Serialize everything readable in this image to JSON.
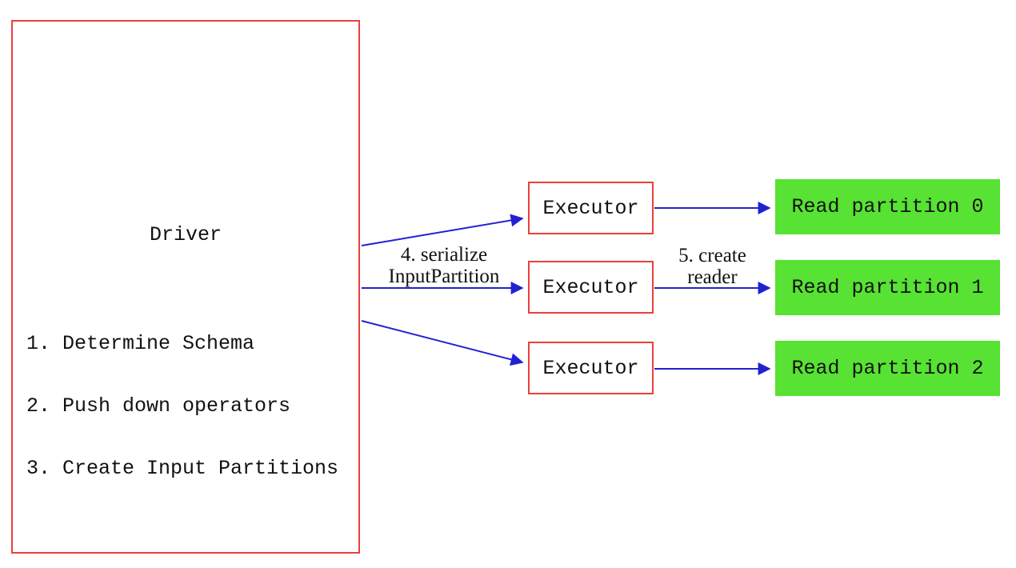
{
  "colors": {
    "accent_red": "#e8413c",
    "accent_green": "#57e234",
    "accent_blue": "#2121d3",
    "text": "#111111",
    "background": "#ffffff"
  },
  "driver": {
    "title": "Driver",
    "steps": {
      "0": "1. Determine Schema",
      "1": "2. Push down operators",
      "2": "3. Create Input Partitions"
    }
  },
  "executors": [
    {
      "label": "Executor"
    },
    {
      "label": "Executor"
    },
    {
      "label": "Executor"
    }
  ],
  "partitions": [
    {
      "label": "Read partition 0"
    },
    {
      "label": "Read partition 1"
    },
    {
      "label": "Read partition 2"
    }
  ],
  "arrow_labels": {
    "serialize": {
      "line1": "4. serialize",
      "line2": "InputPartition"
    },
    "create_reader": {
      "line1": "5. create",
      "line2": "reader"
    }
  }
}
